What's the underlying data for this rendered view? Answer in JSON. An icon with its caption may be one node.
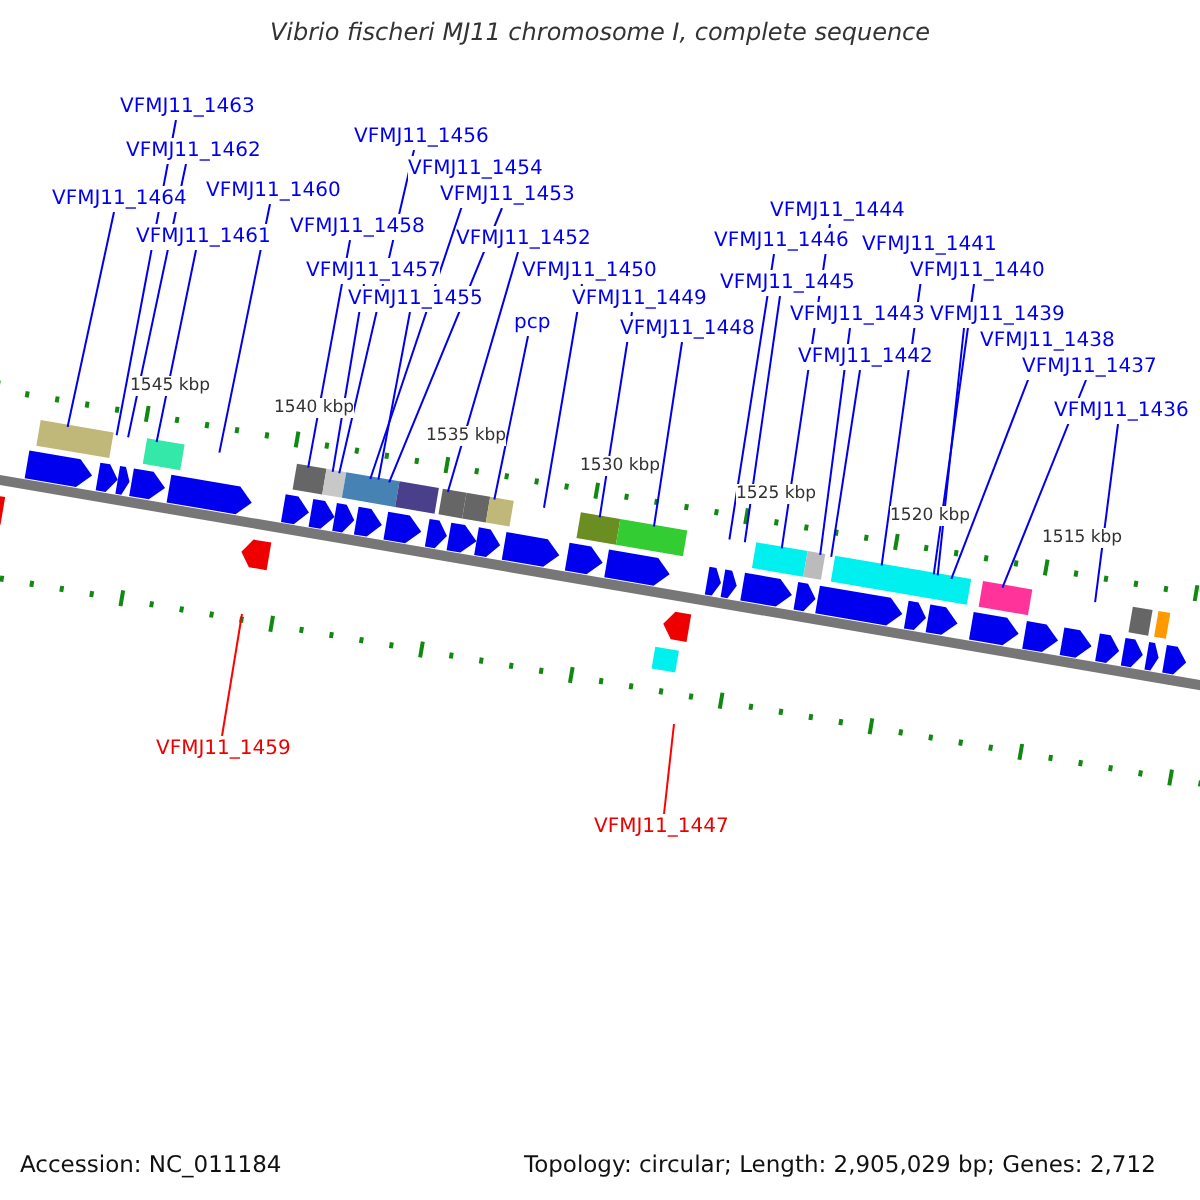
{
  "diagram": {
    "title": "Vibrio fischeri MJ11 chromosome I, complete sequence",
    "nodes": [
      {
        "text": [
          "VFMJ11_1463"
        ]
      },
      {
        "text": [
          "VFMJ11_1462"
        ]
      },
      {
        "text": [
          "VFMJ11_1464"
        ]
      },
      {
        "text": [
          "VFMJ11_1460"
        ]
      },
      {
        "text": [
          "VFMJ11_1461"
        ]
      },
      {
        "text": [
          "VFMJ11_1456"
        ]
      },
      {
        "text": [
          "VFMJ11_1454"
        ]
      },
      {
        "text": [
          "VFMJ11_1453"
        ]
      },
      {
        "text": [
          "VFMJ11_1458"
        ]
      },
      {
        "text": [
          "VFMJ11_1452"
        ]
      },
      {
        "text": [
          "VFMJ11_1457"
        ]
      },
      {
        "text": [
          "VFMJ11_1455"
        ]
      },
      {
        "text": [
          "pcp"
        ]
      },
      {
        "text": [
          "VFMJ11_1450"
        ]
      },
      {
        "text": [
          "VFMJ11_1449"
        ]
      },
      {
        "text": [
          "VFMJ11_1448"
        ]
      },
      {
        "text": [
          "VFMJ11_1444"
        ]
      },
      {
        "text": [
          "VFMJ11_1446"
        ]
      },
      {
        "text": [
          "VFMJ11_1441"
        ]
      },
      {
        "text": [
          "VFMJ11_1445"
        ]
      },
      {
        "text": [
          "VFMJ11_1440"
        ]
      },
      {
        "text": [
          "VFMJ11_1443"
        ]
      },
      {
        "text": [
          "VFMJ11_1439"
        ]
      },
      {
        "text": [
          "VFMJ11_1442"
        ]
      },
      {
        "text": [
          "VFMJ11_1438"
        ]
      },
      {
        "text": [
          "VFMJ11_1437"
        ]
      },
      {
        "text": [
          "VFMJ11_1436"
        ]
      },
      {
        "text": [
          "VFMJ11_1459"
        ]
      },
      {
        "text": [
          "VFMJ11_1447"
        ]
      }
    ],
    "edges": [
      {
        "from": 0,
        "to": null,
        "arrow": "none"
      },
      {
        "from": 1,
        "to": null,
        "arrow": "none"
      },
      {
        "from": 2,
        "to": null,
        "arrow": "none"
      },
      {
        "from": 3,
        "to": null,
        "arrow": "none"
      },
      {
        "from": 4,
        "to": null,
        "arrow": "none"
      },
      {
        "from": 5,
        "to": null,
        "arrow": "none"
      },
      {
        "from": 6,
        "to": null,
        "arrow": "none"
      },
      {
        "from": 7,
        "to": null,
        "arrow": "none"
      },
      {
        "from": 8,
        "to": null,
        "arrow": "none"
      },
      {
        "from": 9,
        "to": null,
        "arrow": "none"
      },
      {
        "from": 10,
        "to": null,
        "arrow": "none"
      },
      {
        "from": 11,
        "to": null,
        "arrow": "none"
      },
      {
        "from": 12,
        "to": null,
        "arrow": "none"
      },
      {
        "from": 13,
        "to": null,
        "arrow": "none"
      },
      {
        "from": 14,
        "to": null,
        "arrow": "none"
      },
      {
        "from": 15,
        "to": null,
        "arrow": "none"
      },
      {
        "from": 16,
        "to": null,
        "arrow": "none"
      },
      {
        "from": 17,
        "to": null,
        "arrow": "none"
      },
      {
        "from": 18,
        "to": null,
        "arrow": "none"
      },
      {
        "from": 19,
        "to": null,
        "arrow": "none"
      },
      {
        "from": 20,
        "to": null,
        "arrow": "none"
      },
      {
        "from": 21,
        "to": null,
        "arrow": "none"
      },
      {
        "from": 22,
        "to": null,
        "arrow": "none"
      },
      {
        "from": 23,
        "to": null,
        "arrow": "none"
      },
      {
        "from": 24,
        "to": null,
        "arrow": "none"
      },
      {
        "from": 25,
        "to": null,
        "arrow": "none"
      },
      {
        "from": 26,
        "to": null,
        "arrow": "none"
      },
      {
        "from": 27,
        "to": null,
        "arrow": "none",
        "color": "#ff0000"
      },
      {
        "from": 28,
        "to": null,
        "arrow": "none",
        "color": "#ff0000"
      }
    ],
    "labels": [
      "1545 kbp",
      "1540 kbp",
      "1535 kbp",
      "1530 kbp",
      "1525 kbp",
      "1520 kbp",
      "1515 kbp",
      "Accession: NC_011184",
      "Topology: circular; Length: 2,905,029 bp; Genes: 2,712"
    ]
  }
}
